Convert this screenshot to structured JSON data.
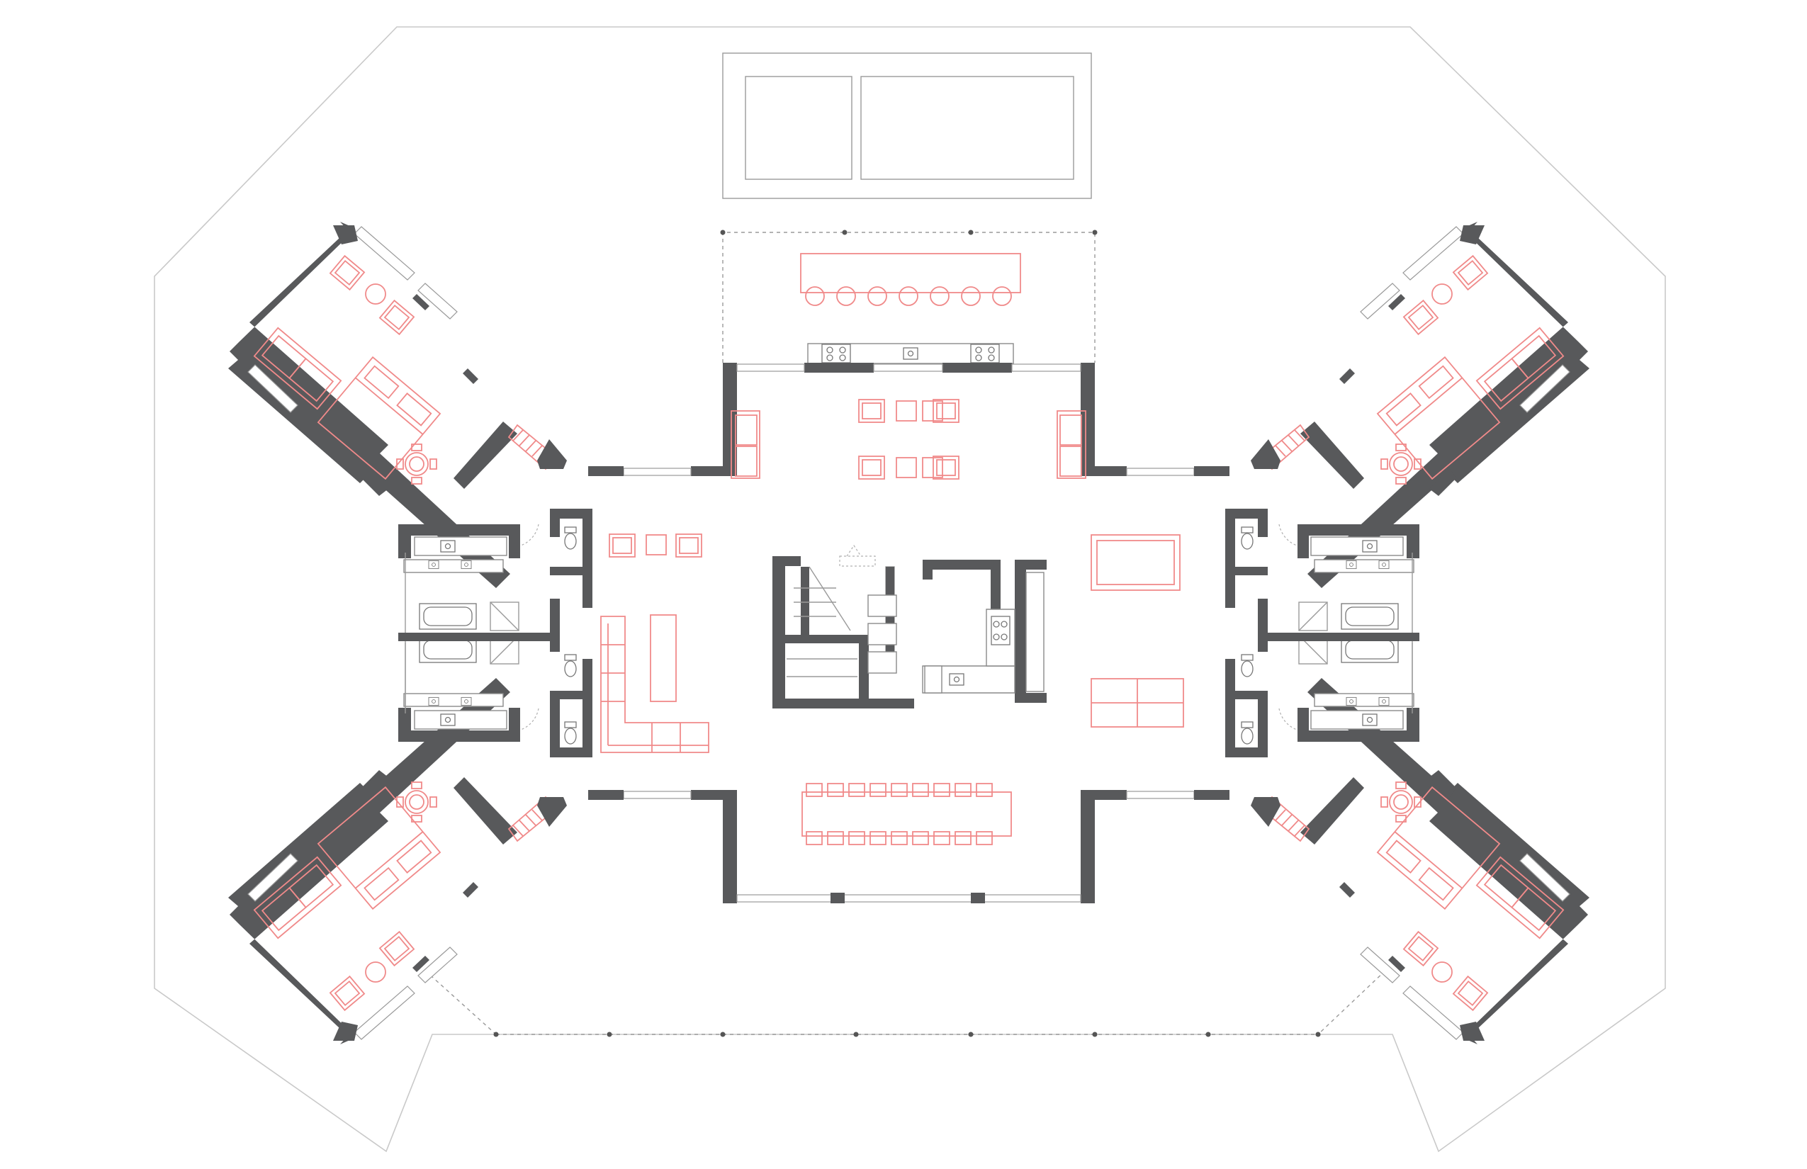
{
  "drawing": {
    "kind": "architectural-floor-plan",
    "colors": {
      "wall": "#58595b",
      "furniture": "#f08a8a",
      "linework": "#9a9a9a",
      "site": "#c9c9c9",
      "background": "#ffffff"
    },
    "wings": [
      "north-west",
      "north-east",
      "south-west",
      "south-east"
    ],
    "icons": [
      "bed-icon",
      "sofa-icon",
      "armchair-icon",
      "dining-table-icon",
      "stair-icon",
      "sink-icon",
      "toilet-icon",
      "bathtub-icon",
      "stove-icon"
    ]
  }
}
